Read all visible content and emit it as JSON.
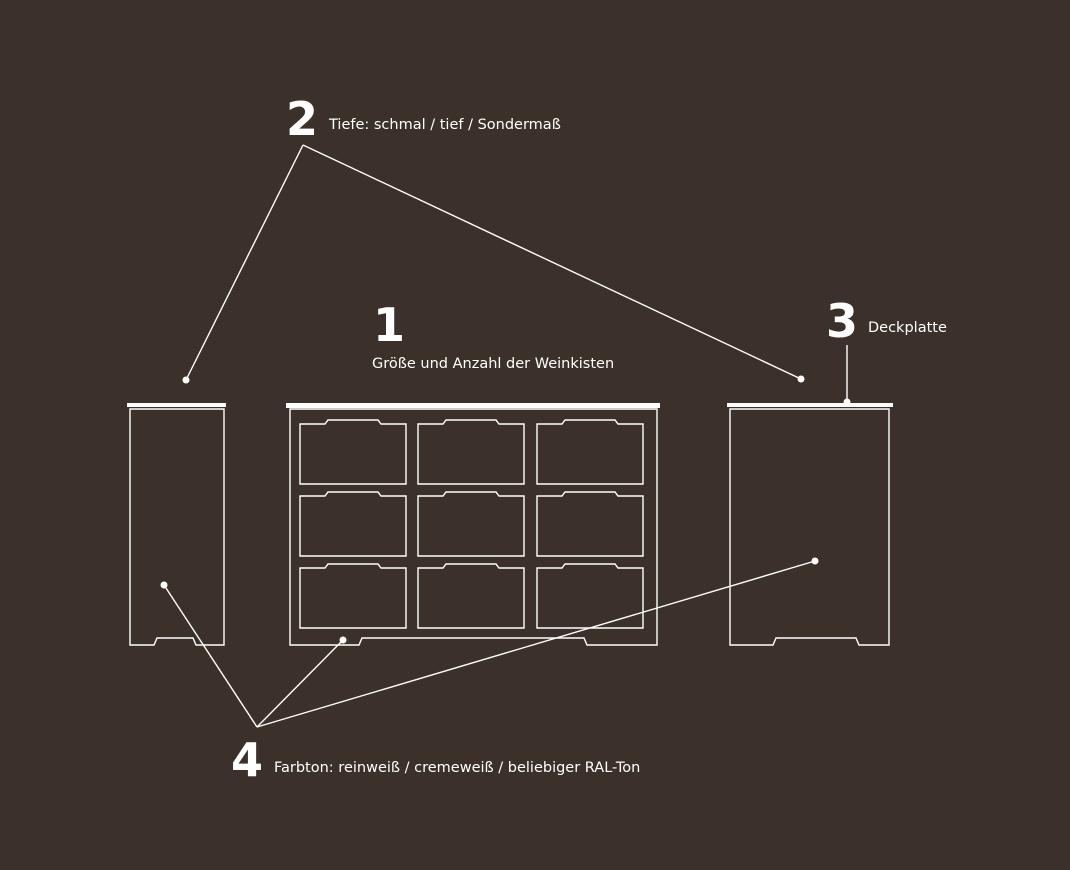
{
  "colors": {
    "background": "#3b312a",
    "line": "#ffffff"
  },
  "callouts": {
    "c1": {
      "number": "1",
      "text": "Größe und  Anzahl der Weinkisten"
    },
    "c2": {
      "number": "2",
      "text": "Tiefe: schmal / tief / Sondermaß"
    },
    "c3": {
      "number": "3",
      "text": "Deckplatte"
    },
    "c4": {
      "number": "4",
      "text": "Farbton: reinweiß / cremeweiß / beliebiger RAL-Ton"
    }
  }
}
